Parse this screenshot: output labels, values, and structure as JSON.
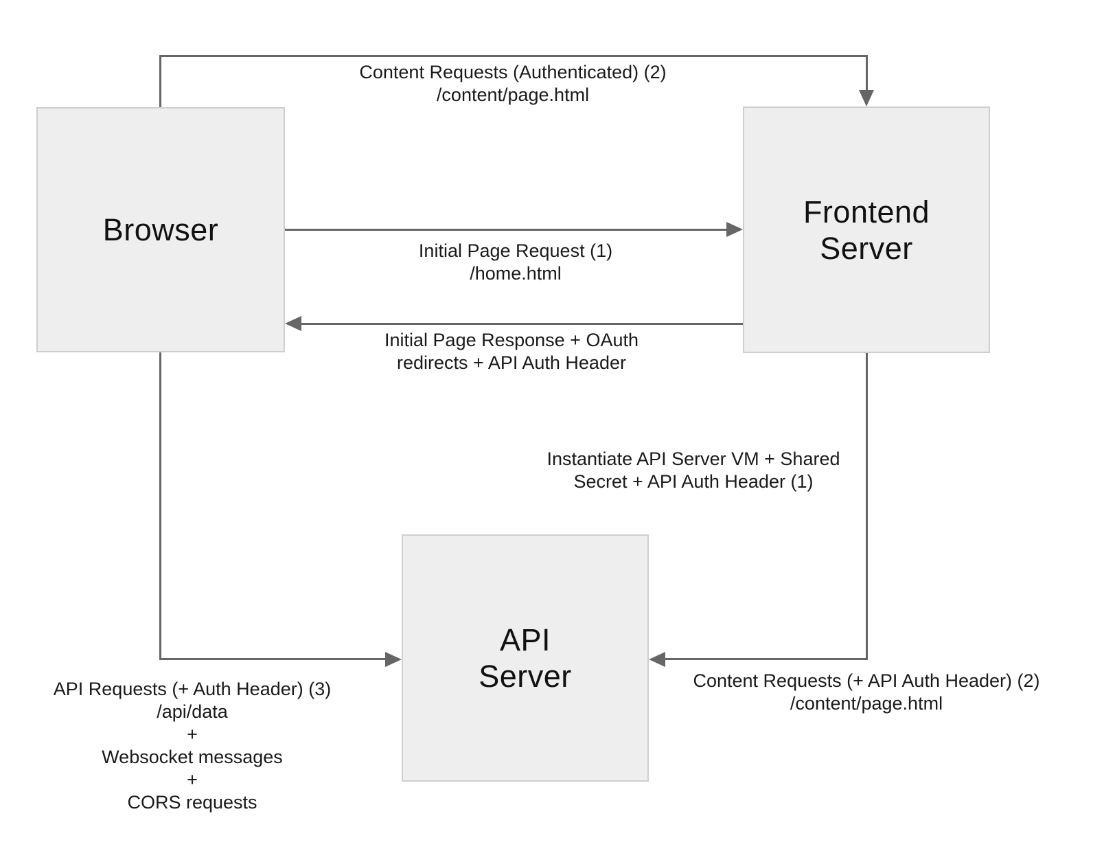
{
  "diagram": {
    "nodes": {
      "browser": {
        "label": "Browser"
      },
      "frontend": {
        "line1": "Frontend",
        "line2": "Server"
      },
      "api": {
        "line1": "API",
        "line2": "Server"
      }
    },
    "edges": {
      "content_auth": {
        "line1": "Content Requests (Authenticated) (2)",
        "line2": "/content/page.html"
      },
      "initial_req": {
        "line1": "Initial Page Request (1)",
        "line2": "/home.html"
      },
      "initial_resp": {
        "line1": "Initial Page Response + OAuth",
        "line2": "redirects + API Auth Header"
      },
      "instantiate": {
        "line1": "Instantiate API Server VM + Shared",
        "line2": "Secret + API Auth Header (1)"
      },
      "content_api": {
        "line1": "Content Requests (+ API Auth Header) (2)",
        "line2": "/content/page.html"
      },
      "api_requests": {
        "line1": "API Requests (+ Auth Header) (3)",
        "line2": "/api/data",
        "line3": "+",
        "line4": "Websocket messages",
        "line5": "+",
        "line6": "CORS requests"
      }
    },
    "colors": {
      "node_fill": "#eeeeee",
      "node_border": "#cfcfcf",
      "connector": "#666666",
      "text": "#1a1a1a"
    }
  }
}
